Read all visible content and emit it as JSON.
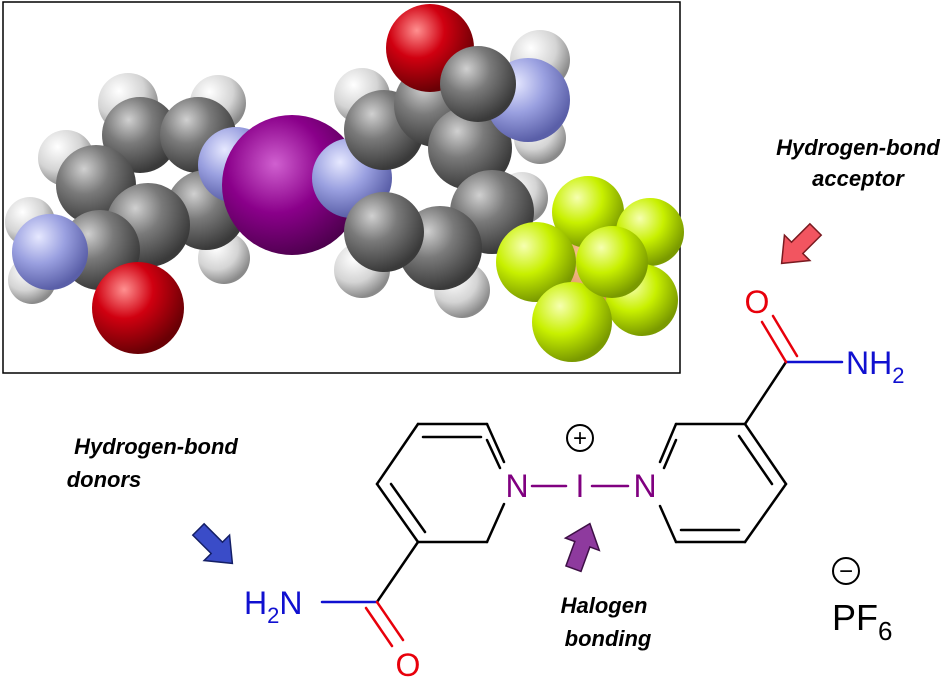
{
  "annotations": {
    "acceptor_line1": "Hydrogen-bond",
    "acceptor_line2": "acceptor",
    "donors_line1": "Hydrogen-bond",
    "donors_line2": "donors",
    "halogen_line1": "Halogen",
    "halogen_line2": "bonding"
  },
  "atoms": {
    "oxygen": "O",
    "nitrogen": "N",
    "iodine": "I",
    "amide_right_N": "NH",
    "amide_right_sub": "2",
    "amide_left_H": "H",
    "amide_left_sub": "2",
    "amide_left_N": "N",
    "cation_charge": "+",
    "anion_charge": "−",
    "counterion": "PF",
    "counterion_sub": "6"
  },
  "colors": {
    "oxygen": "#e8000b",
    "nitrogen": "#1010d0",
    "iodine": "#800080",
    "arrow_acceptor": "#f25560",
    "arrow_donor": "#3a4cc8",
    "arrow_halogen": "#8e3a9e",
    "carbon_sphere": "#6f6f6f",
    "hydrogen_sphere": "#e8e8e8",
    "nitrogen_sphere": "#9aa0e0",
    "oxygen_sphere": "#d00010",
    "iodine_sphere": "#8a008a",
    "fluorine_sphere": "#c8f000"
  }
}
